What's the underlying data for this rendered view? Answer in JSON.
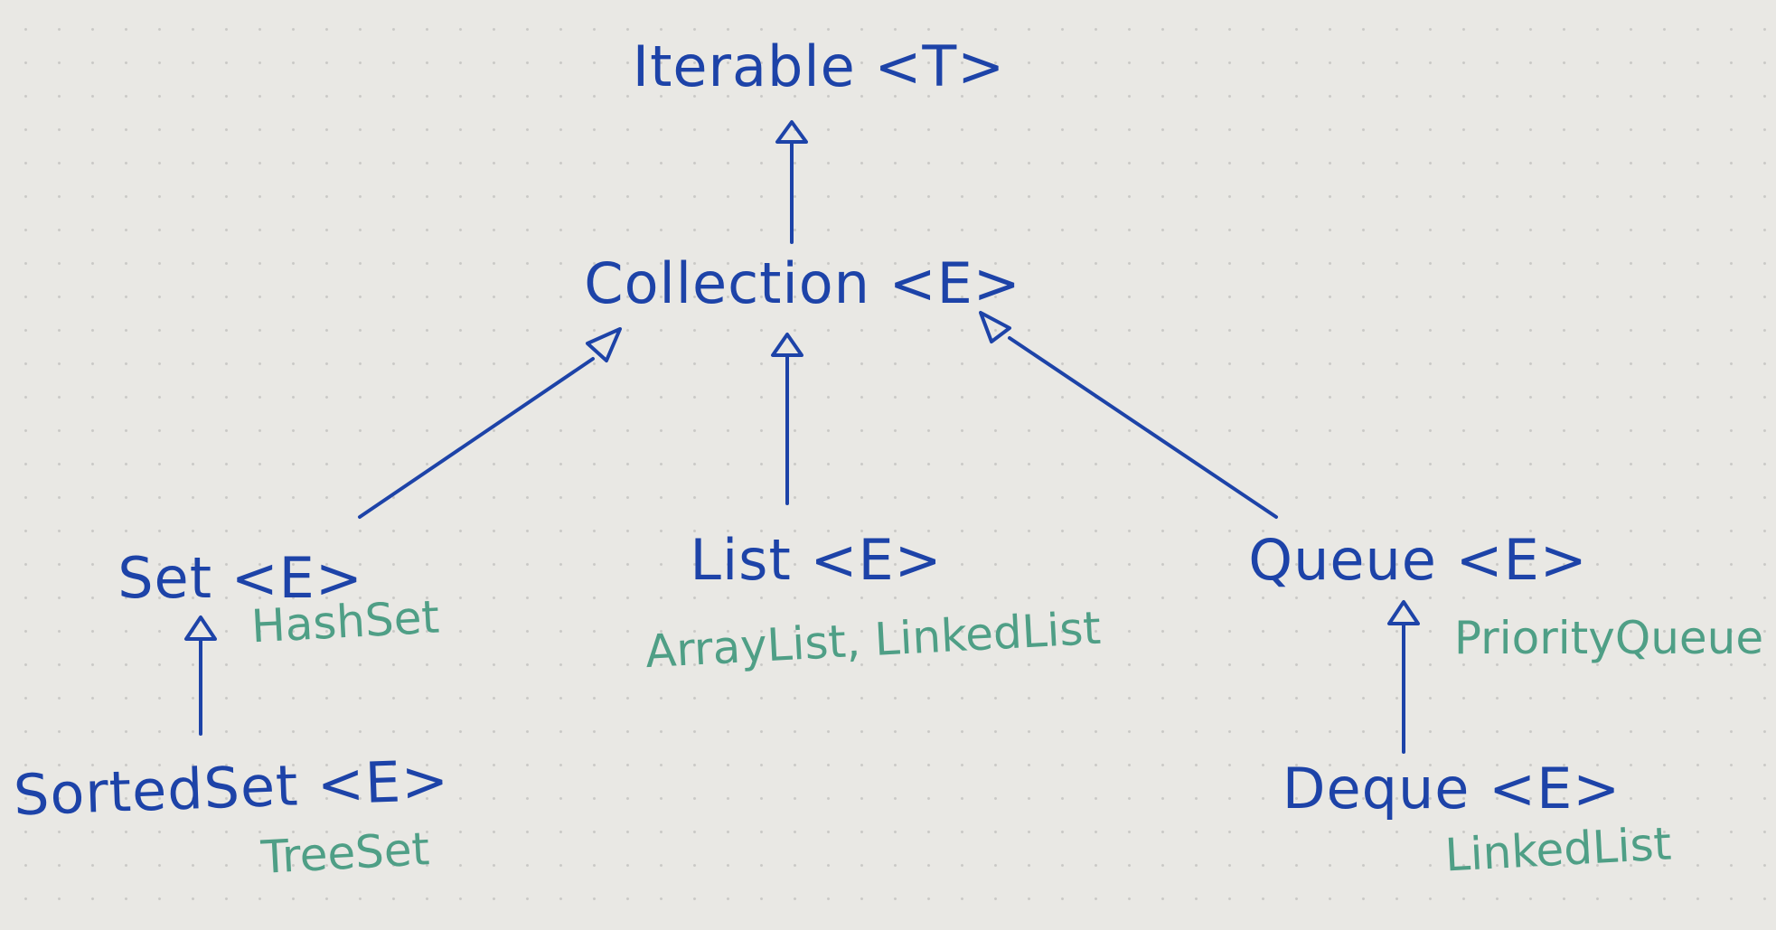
{
  "diagram": {
    "interfaces": {
      "iterable": "Iterable <T>",
      "collection": "Collection <E>",
      "set": "Set <E>",
      "list": "List <E>",
      "queue": "Queue <E>",
      "sorted_set": "SortedSet <E>",
      "deque": "Deque <E>"
    },
    "implementations": {
      "set": "HashSet",
      "list": "ArrayList, LinkedList",
      "queue": "PriorityQueue",
      "sorted_set": "TreeSet",
      "deque": "LinkedList"
    },
    "edges": [
      {
        "from": "collection",
        "to": "iterable",
        "type": "extends"
      },
      {
        "from": "set",
        "to": "collection",
        "type": "extends"
      },
      {
        "from": "list",
        "to": "collection",
        "type": "extends"
      },
      {
        "from": "queue",
        "to": "collection",
        "type": "extends"
      },
      {
        "from": "sorted_set",
        "to": "set",
        "type": "extends"
      },
      {
        "from": "deque",
        "to": "queue",
        "type": "extends"
      }
    ],
    "colors": {
      "interface_ink": "#1d43a8",
      "implementation_ink": "#4f9f86",
      "paper": "#e9e8e4"
    }
  }
}
